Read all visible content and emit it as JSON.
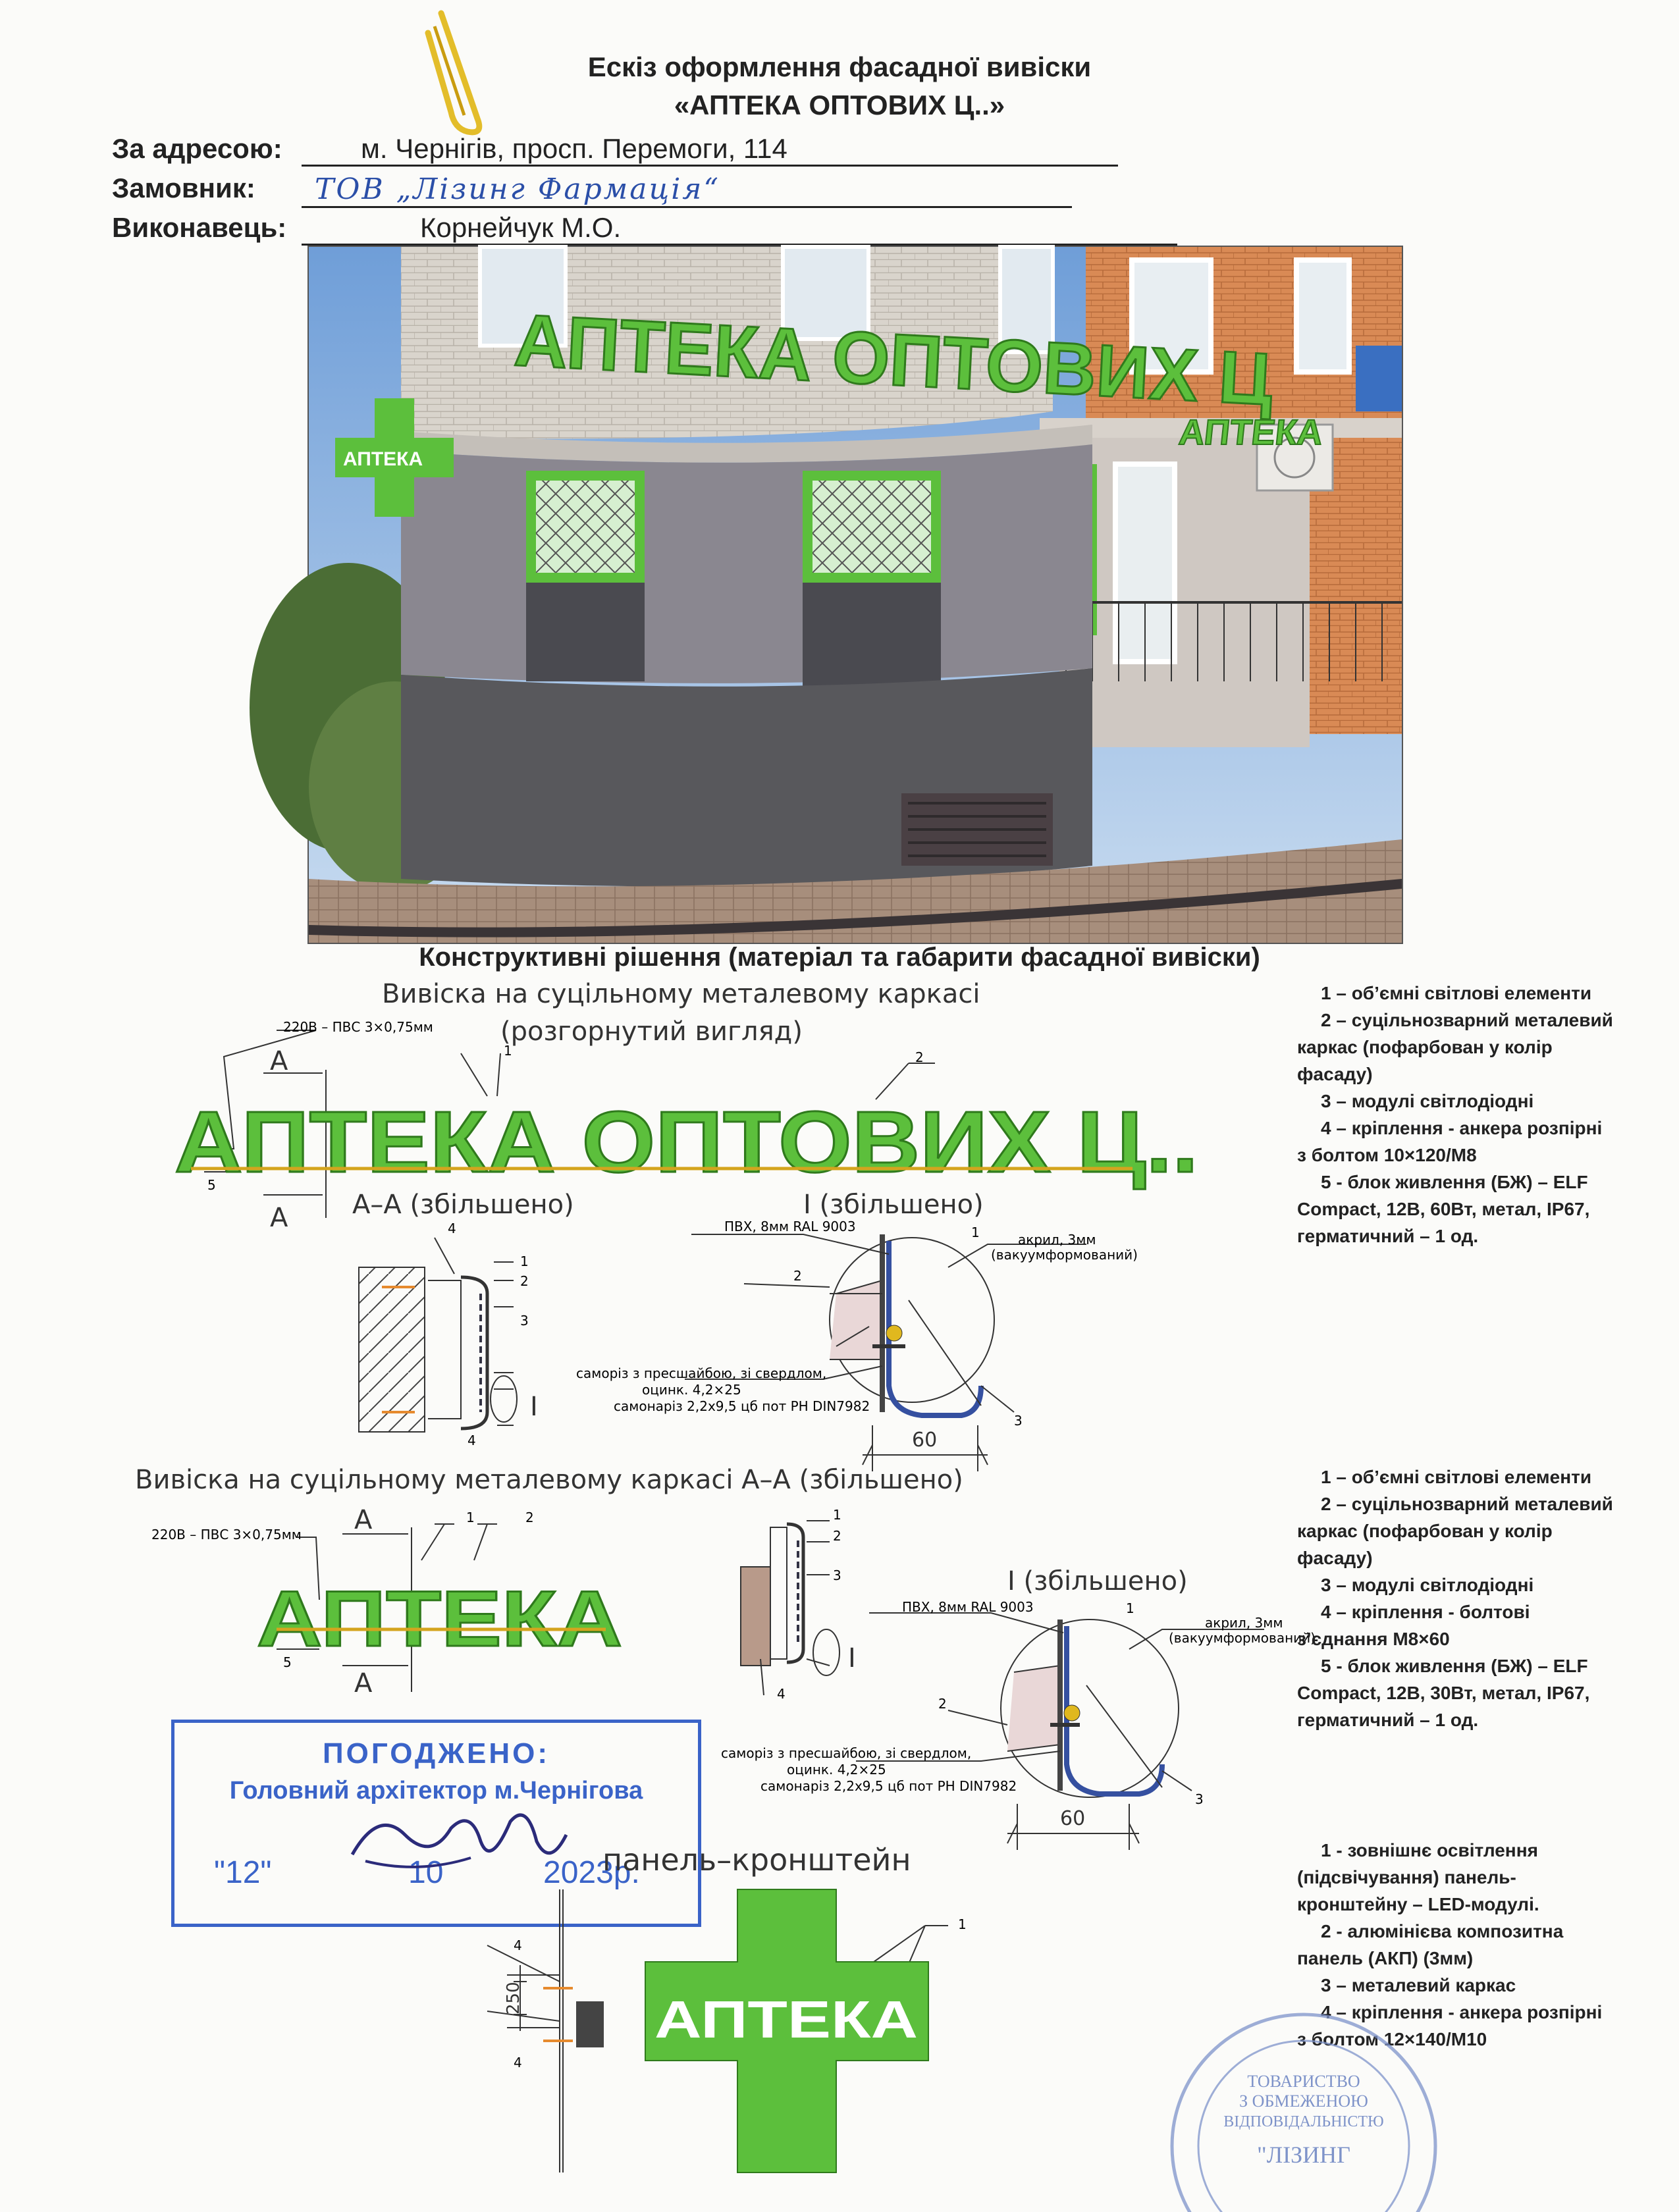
{
  "header": {
    "title_line1": "Ескіз оформлення фасадної вивіски",
    "title_line2": "«АПТЕКА ОПТОВИХ Ц..»",
    "address_label": "За адресою:",
    "address_value": "м. Чернігів, просп. Перемоги, 114",
    "customer_label": "Замовник:",
    "customer_value": "ТОВ „Лізинг Фармація“",
    "executor_label": "Виконавець:",
    "executor_value": "Корнейчук М.О."
  },
  "photo": {
    "main_sign": "АПТЕКА ОПТОВИХ Ц",
    "small_sign": "АПТЕКА",
    "door_sign": "АПТЕКА"
  },
  "section_title": "Конструктивні рішення (матеріал та габарити фасадної вивіски)",
  "sketch1": {
    "title_line1": "Вивіска на суцільному металевому каркасі",
    "title_line2": "(розгорнутий вигляд)",
    "sign_text": "АПТЕКА ОПТОВИХ Ц..",
    "cable": "220В – ПВС 3×0,75мм",
    "label_A": "А",
    "n1": "1",
    "n2": "2",
    "n3": "3",
    "n4": "4",
    "n5": "5",
    "section_aa": "А–А (збільшено)",
    "section_i": "І (збільшено)",
    "detail_i_mark": "І",
    "pvc": "ПВХ, 8мм RAL 9003",
    "acryl": "акрил, 3мм",
    "vacuum": "(вакуумформований)",
    "screw1": "саморіз з пресшайбою, зі свердлом,",
    "screw2": "оцинк. 4,2×25",
    "screw3": "самонаріз 2,2х9,5 цб пот PH DIN7982",
    "dim": "60"
  },
  "legend1": [
    "1 – об’ємні світлові елементи",
    "2 – суцільнозварний металевий каркас (пофарбован у колір фасаду)",
    "3 – модулі світлодіодні",
    "4 – кріплення - анкера розпірні з болтом 10×120/М8",
    "5 - блок живлення (БЖ) – ELF Compact, 12В, 60Вт, метал, IP67, герматичний – 1 од."
  ],
  "sketch2": {
    "title": "Вивіска на суцільному металевому каркасі А–А (збільшено)",
    "sign_text": "АПТЕКА",
    "cable": "220В – ПВС 3×0,75мм",
    "label_A": "А",
    "n1": "1",
    "n2": "2",
    "n3": "3",
    "n4": "4",
    "n5": "5",
    "section_i": "І (збільшено)",
    "detail_i_mark": "І",
    "pvc": "ПВХ, 8мм RAL 9003",
    "acryl": "акрил, 3мм",
    "vacuum": "(вакуумформований)",
    "screw1": "саморіз з пресшайбою, зі свердлом,",
    "screw2": "оцинк. 4,2×25",
    "screw3": "самонаріз 2,2х9,5 цб пот PH DIN7982",
    "dim": "60"
  },
  "legend2": [
    "1 – об’ємні світлові елементи",
    "2 – суцільнозварний металевий каркас (пофарбован у колір фасаду)",
    "3 – модулі світлодіодні",
    "4 – кріплення - болтові з’єднання М8×60",
    "5 - блок живлення (БЖ) – ELF Compact, 12В, 30Вт, метал, IP67, герматичний – 1 од."
  ],
  "stamp": {
    "line1": "ПОГОДЖЕНО:",
    "line2": "Головний архітектор м.Чернігова",
    "day": "\"12\"",
    "month": "10",
    "year": "2023р."
  },
  "sketch3": {
    "title": "панель–кронштейн",
    "sign_text": "АПТЕКА",
    "n1": "1",
    "n4": "4",
    "dim": "250"
  },
  "legend3": [
    "1 - зовнішнє освітлення (підсвічування) панель-кронштейну – LED-модулі.",
    "2 - алюмінієва композитна панель (АКП) (3мм)",
    "3 – металевий каркас",
    "4 – кріплення - анкера розпірні з болтом 12×140/М10"
  ],
  "company_stamp": {
    "line1": "ТОВАРИСТВО",
    "line2": "З ОБМЕЖЕНОЮ",
    "line3": "ВІДПОВІДАЛЬНІСТЮ",
    "line4": "\"ЛІЗИНГ"
  },
  "colors": {
    "sign_green": "#5cbf3c",
    "stamp_blue": "#3a63c8",
    "ink": "#222222"
  }
}
